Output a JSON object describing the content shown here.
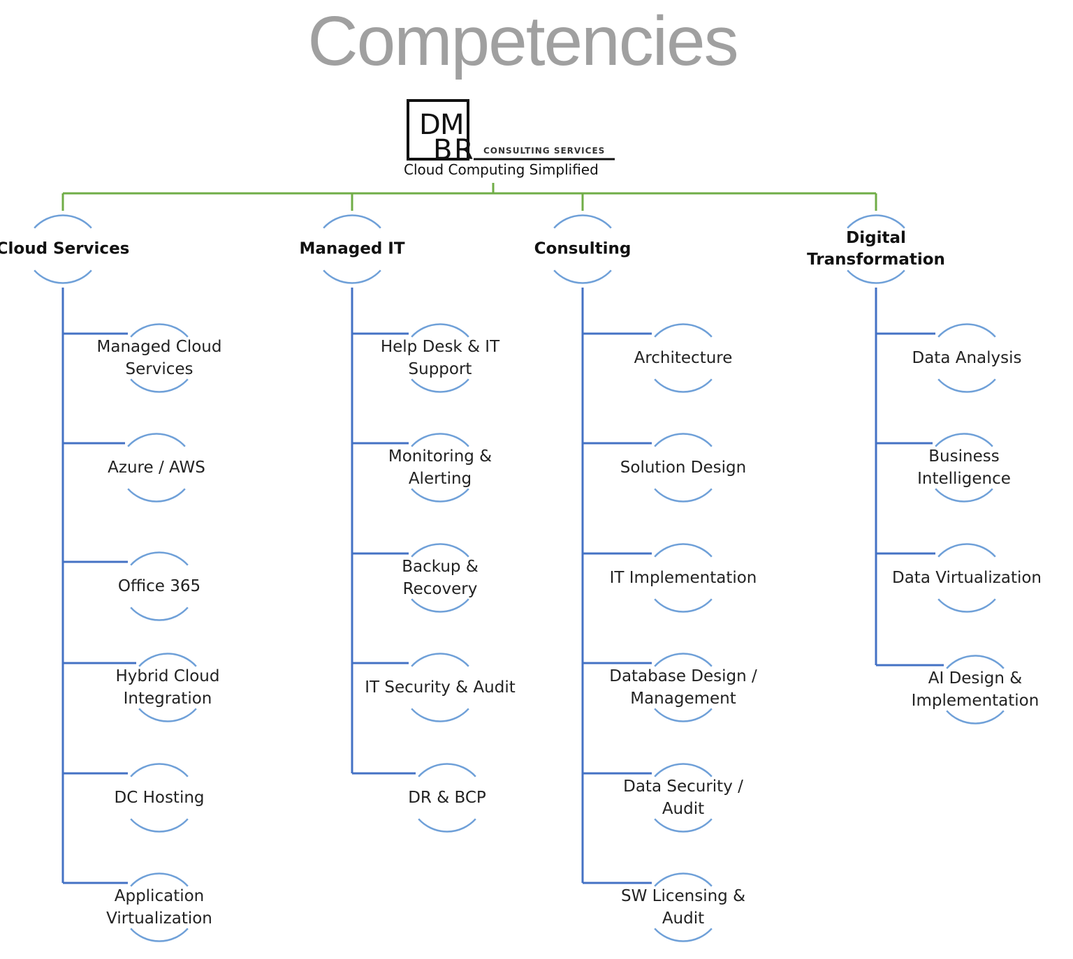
{
  "title": "Competencies",
  "logo": {
    "letters": [
      "D",
      "M",
      "B",
      "R"
    ],
    "subtitle": "CONSULTING SERVICES",
    "tagline": "Cloud Computing Simplified"
  },
  "colors": {
    "root_connector": "#70ad47",
    "branch_connector": "#4472c4",
    "arc": "#6fa0d8",
    "title": "#a0a0a0"
  },
  "categories": [
    {
      "label": "Cloud Services",
      "items": [
        "Managed Cloud Services",
        "Azure / AWS",
        "Office 365",
        "Hybrid Cloud Integration",
        "DC Hosting",
        "Application Virtualization"
      ]
    },
    {
      "label": "Managed IT",
      "items": [
        "Help Desk & IT Support",
        "Monitoring & Alerting",
        "Backup & Recovery",
        "IT Security & Audit",
        "DR & BCP"
      ]
    },
    {
      "label": "Consulting",
      "items": [
        "Architecture",
        "Solution Design",
        "IT Implementation",
        "Database Design / Management",
        "Data Security / Audit",
        "SW Licensing & Audit"
      ]
    },
    {
      "label": "Digital Transformation",
      "items": [
        "Data Analysis",
        "Business Intelligence",
        "Data Virtualization",
        "AI Design & Implementation"
      ]
    }
  ],
  "label_lines": {
    "Managed Cloud Services": [
      "Managed Cloud",
      "Services"
    ],
    "Hybrid Cloud Integration": [
      "Hybrid Cloud",
      "Integration"
    ],
    "Application Virtualization": [
      "Application",
      "Virtualization"
    ],
    "Help Desk & IT Support": [
      "Help Desk & IT",
      "Support"
    ],
    "Monitoring & Alerting": [
      "Monitoring &",
      "Alerting"
    ],
    "Backup & Recovery": [
      "Backup &",
      "Recovery"
    ],
    "Database Design / Management": [
      "Database Design /",
      "Management"
    ],
    "Data Security / Audit": [
      "Data Security /",
      "Audit"
    ],
    "SW Licensing & Audit": [
      "SW Licensing &",
      "Audit"
    ],
    "Business Intelligence": [
      "Business",
      "Intelligence"
    ],
    "AI Design & Implementation": [
      "AI Design &",
      "Implementation"
    ],
    "Digital Transformation": [
      "Digital",
      "Transformation"
    ]
  }
}
